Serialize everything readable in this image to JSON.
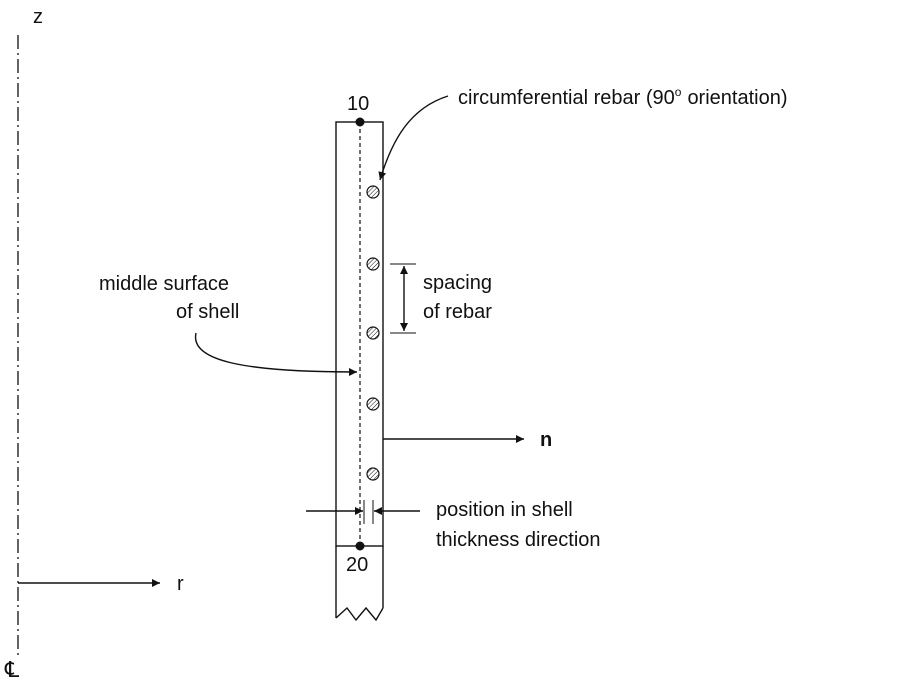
{
  "axes": {
    "z_label": "z",
    "r_label": "r",
    "centerline_symbol": "℄"
  },
  "nodes": {
    "top": "10",
    "bottom": "20"
  },
  "labels": {
    "rebar_label_pre": "circumferential rebar (90",
    "rebar_label_degree": "o",
    "rebar_label_post": "orientation)",
    "middle_surface_line1": "middle surface",
    "middle_surface_line2": "of shell",
    "spacing_line1": "spacing",
    "spacing_line2": "of rebar",
    "normal": "n",
    "position_line1": "position in shell",
    "position_line2": "thickness direction"
  },
  "rebar": {
    "count": 5
  }
}
